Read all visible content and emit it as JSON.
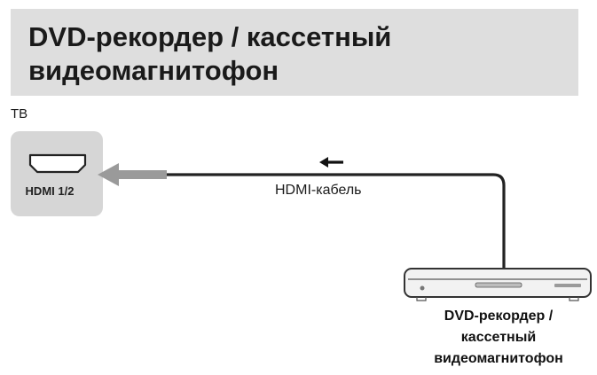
{
  "title": {
    "line1": "DVD-рекордер / кассетный",
    "line2": "видеомагнитофон"
  },
  "tv": {
    "label": "ТВ",
    "port_label": "HDMI 1/2"
  },
  "cable": {
    "label": "HDMI-кабель",
    "direction": "left"
  },
  "device": {
    "label_line1": "DVD-рекордер /",
    "label_line2": "кассетный",
    "label_line3": "видеомагнитофон"
  },
  "colors": {
    "title_band": "#dedede",
    "port_box": "#d6d6d6",
    "arrow": "#9a9a9a",
    "cable": "#222222"
  }
}
